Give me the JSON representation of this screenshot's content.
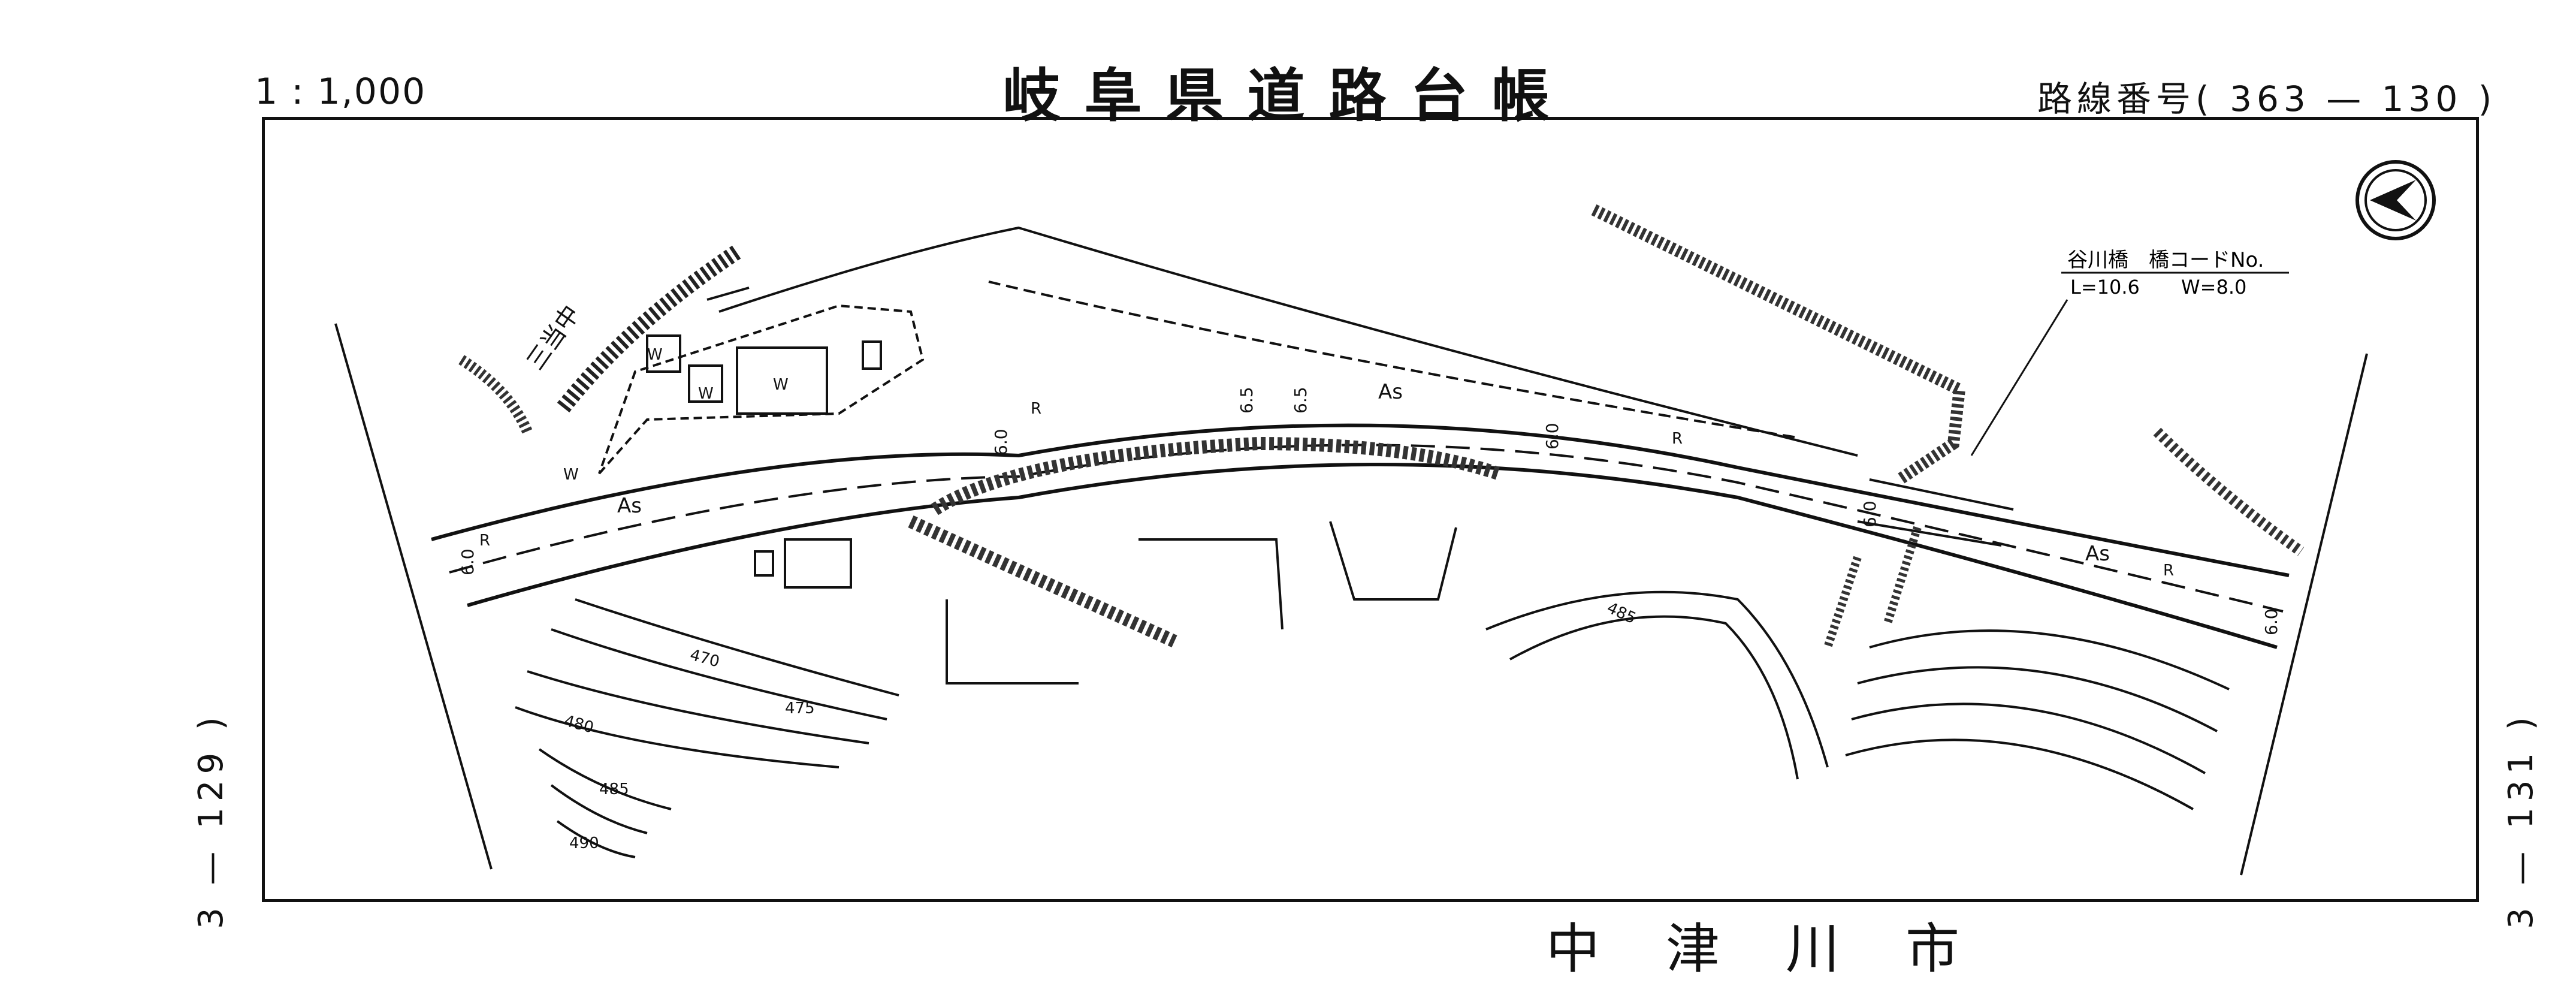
{
  "header": {
    "scale": "1 : 1,000",
    "title": "岐阜県道路台帳",
    "route_label": "路線番号(  363 — 130  )"
  },
  "footer": {
    "city": "中津川市"
  },
  "sheet_links": {
    "left": "3 — 129 )",
    "right": "3 — 131 )"
  },
  "bridge": {
    "name": "谷川橋　橋コードNo.",
    "length": "L=10.6",
    "width": "W=8.0"
  },
  "map_labels": {
    "road_surface": "As",
    "road_edge": "R",
    "building": "W",
    "width_6_0": "6.0",
    "width_6_5": "6.5",
    "direction": "三当中",
    "contours": [
      "470",
      "475",
      "480",
      "485",
      "490",
      "485"
    ]
  },
  "icons": {
    "north_arrow": "compass-north-icon"
  }
}
